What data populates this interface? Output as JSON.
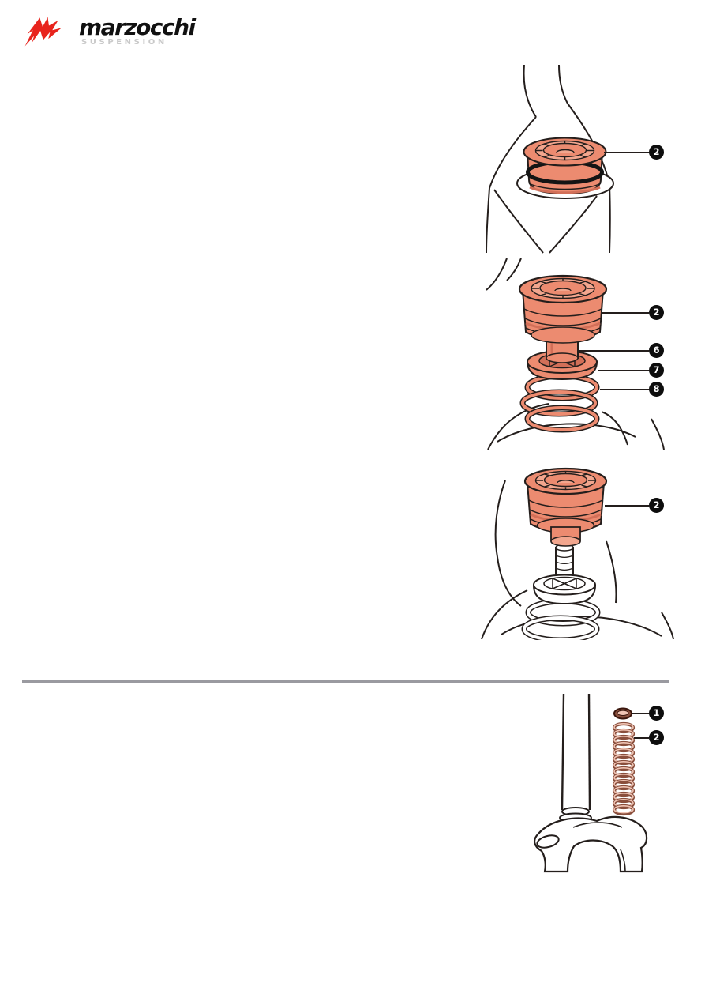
{
  "logo": {
    "brand": "marzocchi",
    "tagline": "SUSPENSION",
    "icon": "marzocchi-m-icon"
  },
  "colors": {
    "salmon": "#EC8B70",
    "salmon_light": "#F2A68E",
    "salmon_shade": "#D26F58",
    "line": "#241e1c",
    "badge_bg": "#0d0d0d",
    "badge_text": "#ffffff",
    "divider": "#9a9aa0",
    "logo_red": "#e8241d",
    "brand_text": "#111111",
    "tagline_text": "#c9c9c9",
    "spring_dark": "#8a4f3d",
    "spring_light": "#f0c4b4"
  },
  "figures": [
    {
      "name": "top-cap-installed",
      "callouts": [
        {
          "label": "2"
        }
      ]
    },
    {
      "name": "preload-kit-exploded",
      "callouts": [
        {
          "label": "2"
        },
        {
          "label": "6"
        },
        {
          "label": "7"
        },
        {
          "label": "8"
        }
      ]
    },
    {
      "name": "top-cap-removed",
      "callouts": [
        {
          "label": "2"
        }
      ]
    },
    {
      "name": "fork-with-spring",
      "callouts": [
        {
          "label": "1"
        },
        {
          "label": "2"
        }
      ]
    }
  ]
}
